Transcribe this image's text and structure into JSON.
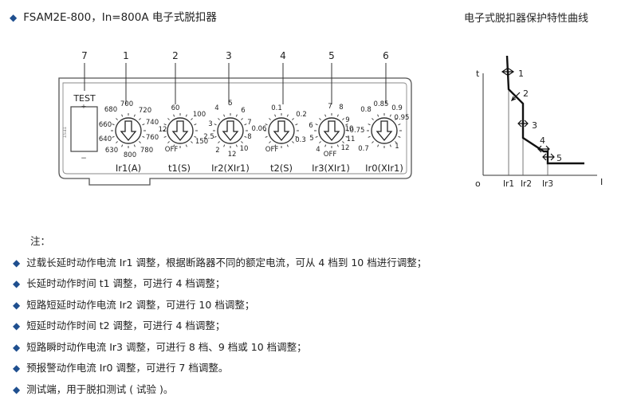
{
  "header": {
    "title": "FSAM2E-800，In=800A 电子式脱扣器",
    "curve_title": "电子式脱扣器保护特性曲线"
  },
  "device": {
    "test_label": "TEST",
    "test_plus": "+",
    "test_minus": "−",
    "test_side_text": "TEST",
    "index_numbers": [
      "7",
      "1",
      "2",
      "3",
      "4",
      "5",
      "6"
    ],
    "dials": [
      {
        "label": "Ir1(A)",
        "scale": [
          "680",
          "700",
          "720",
          "740",
          "760",
          "780",
          "800",
          "630",
          "640",
          "660"
        ]
      },
      {
        "label": "t1(S)",
        "scale": [
          "60",
          "100",
          "150",
          "OFF",
          "12"
        ]
      },
      {
        "label": "Ir2(XIr1)",
        "scale": [
          "4",
          "5",
          "6",
          "7",
          "8",
          "10",
          "12",
          "2",
          "2.5",
          "3"
        ]
      },
      {
        "label": "t2(S)",
        "scale": [
          "0.1",
          "0.2",
          "0.3",
          "OFF",
          "0.06"
        ]
      },
      {
        "label": "Ir3(XIr1)",
        "scale": [
          "7",
          "8",
          "9",
          "10",
          "11",
          "12",
          "OFF",
          "4",
          "5",
          "6"
        ]
      },
      {
        "label": "Ir0(XIr1)",
        "scale": [
          "0.8",
          "0.85",
          "0.9",
          "0.95",
          "1",
          "0.7",
          "0.75"
        ]
      }
    ]
  },
  "curve": {
    "t_axis": "t",
    "i_axis": "I",
    "origin": "o",
    "x_ticks": [
      "Ir1",
      "Ir2",
      "Ir3"
    ],
    "markers": [
      "1",
      "2",
      "3",
      "4",
      "5"
    ]
  },
  "notes": {
    "heading": "注：",
    "items": [
      "过载长延时动作电流 Ir1 调整，根据断路器不同的额定电流，可从 4 档到 10 档进行调整；",
      "长延时动作时间 t1 调整，可进行 4 档调整；",
      "短路短延时动作电流 Ir2 调整，可进行 10 档调整；",
      "短延时动作时间 t2 调整，可进行 4 档调整；",
      "短路瞬时动作电流 Ir3 调整，可进行 8 档、9 档或 10 档调整；",
      "预报警动作电流 Ir0 调整，可进行 7 档调整。",
      "测试端，用于脱扣测试 ( 试验 )。"
    ]
  },
  "colors": {
    "bullet": "#1f4f8f",
    "line": "#222222",
    "panel": "#555555"
  }
}
